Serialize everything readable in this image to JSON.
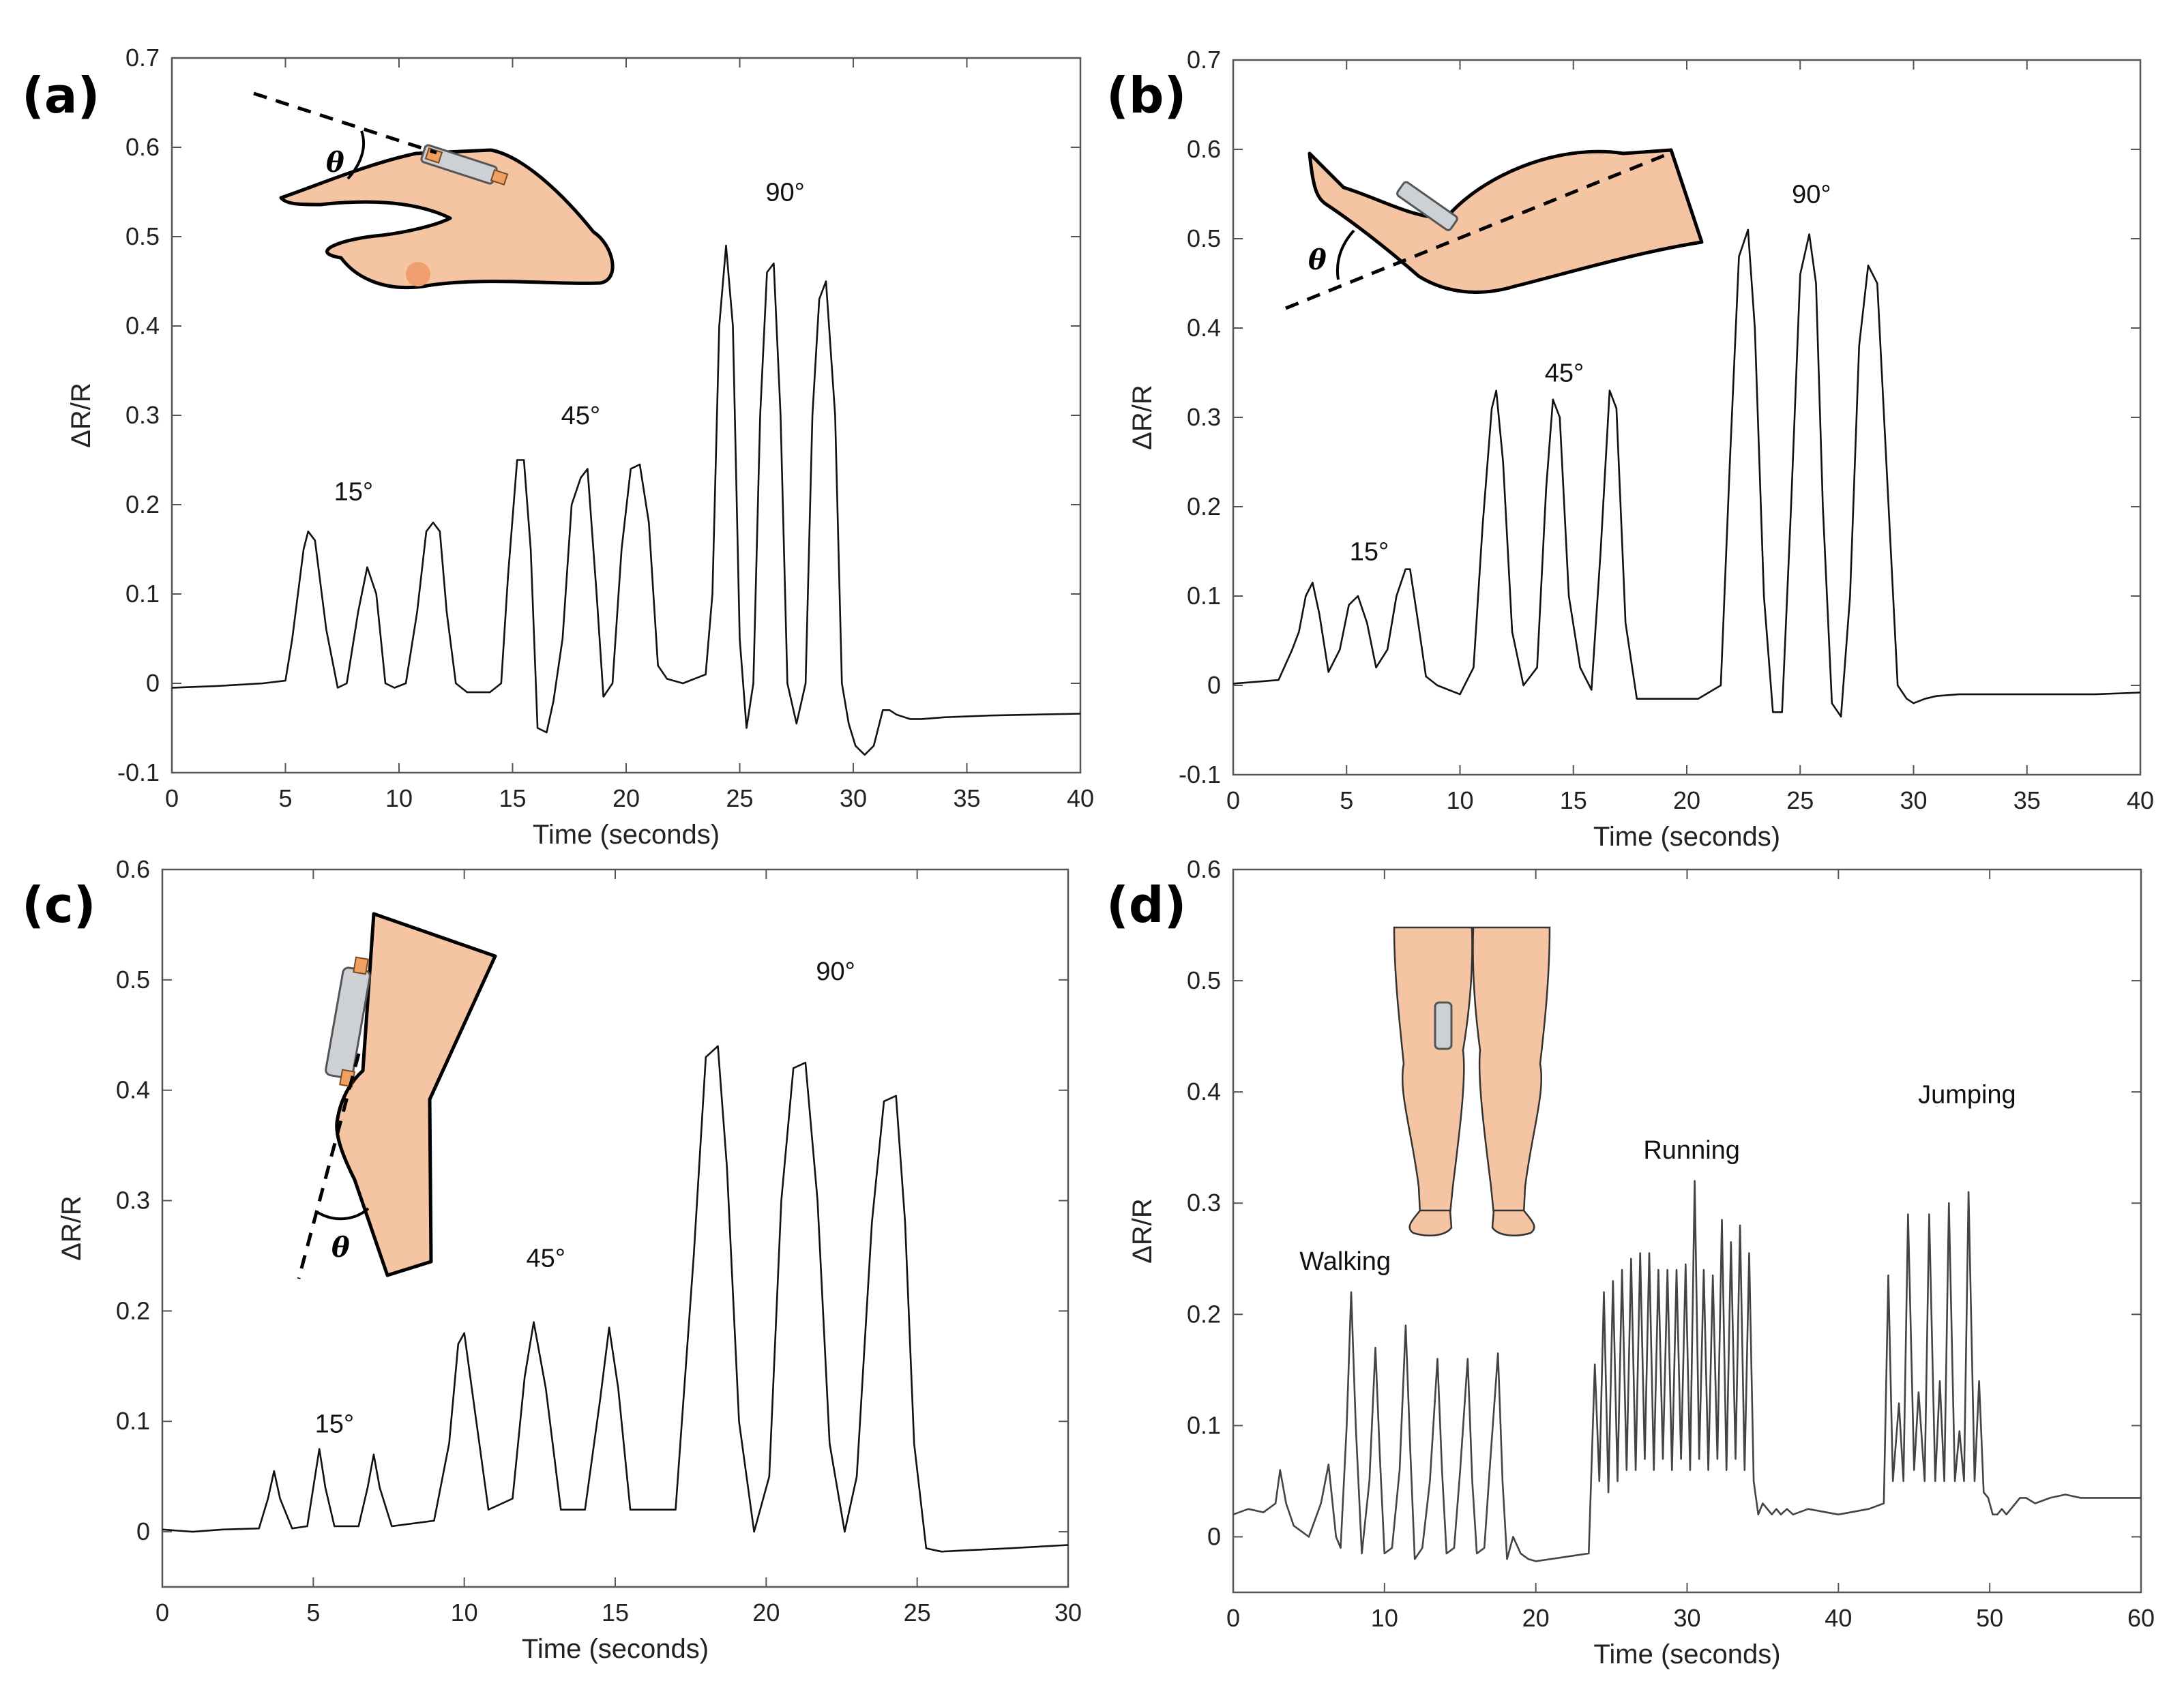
{
  "panels": [
    {
      "label": "(a)",
      "icon": "finger-bend-icon",
      "theta_label": "θ",
      "chart_data": {
        "type": "line",
        "title": "",
        "xlabel": "Time (seconds)",
        "ylabel": "ΔR/R",
        "xlim": [
          0,
          40
        ],
        "ylim": [
          -0.1,
          0.7
        ],
        "xticks": [
          0,
          5,
          10,
          15,
          20,
          25,
          30,
          35,
          40
        ],
        "yticks": [
          -0.1,
          0,
          0.1,
          0.2,
          0.3,
          0.4,
          0.5,
          0.6,
          0.7
        ],
        "grid": false,
        "annotations": [
          {
            "text": "15°",
            "x": 8,
            "y": 0.205
          },
          {
            "text": "45°",
            "x": 18,
            "y": 0.29
          },
          {
            "text": "90°",
            "x": 27,
            "y": 0.54
          }
        ],
        "series": [
          {
            "x": [
              0,
              2,
              4,
              5,
              5.3,
              5.8,
              6.0,
              6.3,
              6.8,
              7.3,
              7.7,
              8.2,
              8.6,
              9.0,
              9.4,
              9.8,
              10.3,
              10.8,
              11.2,
              11.5,
              11.8,
              12.1,
              12.5,
              13.0,
              14.0,
              14.5,
              14.8,
              15.2,
              15.5,
              15.8,
              16.1,
              16.5,
              16.8,
              17.2,
              17.6,
              18.0,
              18.3,
              18.7,
              19.0,
              19.4,
              19.8,
              20.2,
              20.6,
              21.0,
              21.4,
              21.8,
              22.5,
              23.5,
              23.8,
              24.1,
              24.4,
              24.7,
              25.0,
              25.3,
              25.6,
              25.9,
              26.2,
              26.5,
              26.8,
              27.1,
              27.5,
              27.9,
              28.2,
              28.5,
              28.8,
              29.2,
              29.5,
              29.8,
              30.1,
              30.5,
              30.9,
              31.3,
              31.6,
              31.9,
              32.5,
              33.0,
              34,
              36,
              38,
              40
            ],
            "y": [
              -0.005,
              -0.003,
              0.0,
              0.003,
              0.05,
              0.15,
              0.17,
              0.16,
              0.06,
              -0.005,
              0.0,
              0.08,
              0.13,
              0.1,
              0.0,
              -0.005,
              0.0,
              0.08,
              0.17,
              0.18,
              0.17,
              0.08,
              0.0,
              -0.01,
              -0.01,
              0.0,
              0.12,
              0.25,
              0.25,
              0.15,
              -0.05,
              -0.055,
              -0.02,
              0.05,
              0.2,
              0.23,
              0.24,
              0.1,
              -0.015,
              0.0,
              0.15,
              0.24,
              0.245,
              0.18,
              0.02,
              0.005,
              0.0,
              0.01,
              0.1,
              0.4,
              0.49,
              0.4,
              0.05,
              -0.05,
              0.0,
              0.3,
              0.46,
              0.47,
              0.3,
              0.0,
              -0.045,
              0.0,
              0.3,
              0.43,
              0.45,
              0.3,
              0.0,
              -0.045,
              -0.07,
              -0.08,
              -0.07,
              -0.03,
              -0.03,
              -0.035,
              -0.04,
              -0.04,
              -0.038,
              -0.036,
              -0.035,
              -0.034
            ]
          }
        ]
      }
    },
    {
      "label": "(b)",
      "icon": "elbow-bend-icon",
      "theta_label": "θ",
      "chart_data": {
        "type": "line",
        "title": "",
        "xlabel": "Time (seconds)",
        "ylabel": "ΔR/R",
        "xlim": [
          0,
          40
        ],
        "ylim": [
          -0.1,
          0.7
        ],
        "xticks": [
          0,
          5,
          10,
          15,
          20,
          25,
          30,
          35,
          40
        ],
        "yticks": [
          -0.1,
          0,
          0.1,
          0.2,
          0.3,
          0.4,
          0.5,
          0.6,
          0.7
        ],
        "grid": false,
        "annotations": [
          {
            "text": "15°",
            "x": 6,
            "y": 0.14
          },
          {
            "text": "45°",
            "x": 14.6,
            "y": 0.34
          },
          {
            "text": "90°",
            "x": 25.5,
            "y": 0.54
          }
        ],
        "series": [
          {
            "x": [
              0,
              1,
              2,
              2.6,
              2.9,
              3.2,
              3.5,
              3.8,
              4.2,
              4.7,
              5.1,
              5.5,
              5.9,
              6.3,
              6.8,
              7.2,
              7.6,
              7.8,
              8.1,
              8.5,
              9.0,
              10.0,
              10.6,
              11.0,
              11.4,
              11.6,
              11.9,
              12.3,
              12.8,
              13.4,
              13.8,
              14.1,
              14.4,
              14.8,
              15.3,
              15.8,
              16.2,
              16.6,
              16.9,
              17.3,
              17.8,
              19,
              20.5,
              21.5,
              21.9,
              22.3,
              22.7,
              23.0,
              23.4,
              23.8,
              24.2,
              24.6,
              25.0,
              25.4,
              25.7,
              26.0,
              26.4,
              26.8,
              27.2,
              27.6,
              28.0,
              28.4,
              28.9,
              29.3,
              29.7,
              30.0,
              30.5,
              31,
              32,
              34,
              36,
              38,
              40
            ],
            "y": [
              0.002,
              0.004,
              0.006,
              0.04,
              0.06,
              0.1,
              0.115,
              0.08,
              0.015,
              0.04,
              0.09,
              0.1,
              0.07,
              0.02,
              0.04,
              0.1,
              0.13,
              0.13,
              0.08,
              0.01,
              0.0,
              -0.01,
              0.02,
              0.18,
              0.31,
              0.33,
              0.25,
              0.06,
              0.0,
              0.02,
              0.22,
              0.32,
              0.3,
              0.1,
              0.02,
              -0.005,
              0.15,
              0.33,
              0.31,
              0.07,
              -0.015,
              -0.015,
              -0.015,
              0.0,
              0.25,
              0.48,
              0.51,
              0.4,
              0.1,
              -0.03,
              -0.03,
              0.2,
              0.46,
              0.505,
              0.45,
              0.2,
              -0.02,
              -0.035,
              0.1,
              0.38,
              0.47,
              0.45,
              0.2,
              0.0,
              -0.015,
              -0.02,
              -0.015,
              -0.012,
              -0.01,
              -0.01,
              -0.01,
              -0.01,
              -0.008
            ]
          }
        ]
      }
    },
    {
      "label": "(c)",
      "icon": "knee-bend-icon",
      "theta_label": "θ",
      "chart_data": {
        "type": "line",
        "title": "",
        "xlabel": "Time (seconds)",
        "ylabel": "ΔR/R",
        "xlim": [
          0,
          30
        ],
        "ylim": [
          -0.05,
          0.6
        ],
        "xticks": [
          0,
          5,
          10,
          15,
          20,
          25,
          30
        ],
        "yticks": [
          0,
          0.1,
          0.2,
          0.3,
          0.4,
          0.5,
          0.6
        ],
        "grid": false,
        "annotations": [
          {
            "text": "15°",
            "x": 5.7,
            "y": 0.09
          },
          {
            "text": "45°",
            "x": 12.7,
            "y": 0.24
          },
          {
            "text": "90°",
            "x": 22.3,
            "y": 0.5
          }
        ],
        "series": [
          {
            "x": [
              0,
              1,
              2,
              3.2,
              3.5,
              3.7,
              3.9,
              4.3,
              4.8,
              5.0,
              5.2,
              5.4,
              5.7,
              6.5,
              6.8,
              7.0,
              7.2,
              7.6,
              9.0,
              9.5,
              9.8,
              10.0,
              10.3,
              10.8,
              11.6,
              12.0,
              12.3,
              12.7,
              13.2,
              14.0,
              14.5,
              14.8,
              15.1,
              15.5,
              17.0,
              17.6,
              18.0,
              18.4,
              18.7,
              19.1,
              19.6,
              20.1,
              20.5,
              20.9,
              21.3,
              21.7,
              22.1,
              22.6,
              23.0,
              23.5,
              23.9,
              24.3,
              24.6,
              24.9,
              25.3,
              25.8,
              26.5,
              28,
              30
            ],
            "y": [
              0.002,
              0.0,
              0.002,
              0.003,
              0.03,
              0.055,
              0.03,
              0.003,
              0.005,
              0.04,
              0.075,
              0.04,
              0.005,
              0.005,
              0.04,
              0.07,
              0.04,
              0.005,
              0.01,
              0.08,
              0.17,
              0.18,
              0.12,
              0.02,
              0.03,
              0.14,
              0.19,
              0.13,
              0.02,
              0.02,
              0.12,
              0.185,
              0.13,
              0.02,
              0.02,
              0.25,
              0.43,
              0.44,
              0.33,
              0.1,
              0.0,
              0.05,
              0.3,
              0.42,
              0.425,
              0.3,
              0.08,
              0.0,
              0.05,
              0.28,
              0.39,
              0.395,
              0.28,
              0.08,
              -0.015,
              -0.018,
              -0.017,
              -0.015,
              -0.012
            ]
          }
        ]
      }
    },
    {
      "label": "(d)",
      "icon": "legs-icon",
      "chart_data": {
        "type": "line",
        "title": "",
        "xlabel": "Time (seconds)",
        "ylabel": "ΔR/R",
        "xlim": [
          0,
          60
        ],
        "ylim": [
          -0.05,
          0.6
        ],
        "xticks": [
          0,
          10,
          20,
          30,
          40,
          50,
          60
        ],
        "yticks": [
          0,
          0.1,
          0.2,
          0.3,
          0.4,
          0.5,
          0.6
        ],
        "grid": false,
        "annotations": [
          {
            "text": "Walking",
            "x": 7.4,
            "y": 0.24
          },
          {
            "text": "Running",
            "x": 30.3,
            "y": 0.34
          },
          {
            "text": "Jumping",
            "x": 48.5,
            "y": 0.39
          }
        ],
        "series": [
          {
            "x": [
              0,
              1,
              2,
              2.8,
              3.1,
              3.5,
              4,
              5,
              5.8,
              6.3,
              6.8,
              7.1,
              7.5,
              7.8,
              8.1,
              8.5,
              9.0,
              9.4,
              9.7,
              10.0,
              10.5,
              11.0,
              11.4,
              11.7,
              12.0,
              12.5,
              13.0,
              13.5,
              13.8,
              14.1,
              14.6,
              15.0,
              15.5,
              15.8,
              16.1,
              16.6,
              17.0,
              17.5,
              17.8,
              18.1,
              18.5,
              19,
              19.5,
              20,
              21,
              22,
              23.5,
              23.9,
              24.2,
              24.5,
              24.8,
              25.1,
              25.4,
              25.7,
              26.0,
              26.3,
              26.6,
              26.9,
              27.2,
              27.5,
              27.8,
              28.1,
              28.4,
              28.7,
              29.0,
              29.3,
              29.6,
              29.9,
              30.2,
              30.5,
              30.8,
              31.1,
              31.4,
              31.7,
              32.0,
              32.3,
              32.6,
              32.9,
              33.2,
              33.5,
              33.8,
              34.1,
              34.4,
              34.7,
              35.0,
              35.3,
              35.6,
              35.9,
              36.2,
              36.6,
              37,
              38,
              40,
              42,
              43,
              43.3,
              43.6,
              44.0,
              44.3,
              44.6,
              45.0,
              45.3,
              45.7,
              46.0,
              46.4,
              46.7,
              47.0,
              47.3,
              47.7,
              48.0,
              48.3,
              48.6,
              49.0,
              49.3,
              49.6,
              49.9,
              50.2,
              50.5,
              50.8,
              51.1,
              51.4,
              51.7,
              52.0,
              52.4,
              53,
              54,
              55,
              56,
              57,
              58,
              60
            ],
            "y": [
              0.02,
              0.025,
              0.022,
              0.03,
              0.06,
              0.03,
              0.01,
              0.0,
              0.03,
              0.065,
              0.0,
              -0.01,
              0.1,
              0.22,
              0.1,
              -0.015,
              0.05,
              0.17,
              0.07,
              -0.015,
              -0.01,
              0.06,
              0.19,
              0.08,
              -0.02,
              -0.01,
              0.05,
              0.16,
              0.06,
              -0.015,
              -0.01,
              0.06,
              0.16,
              0.05,
              -0.015,
              -0.01,
              0.07,
              0.165,
              0.05,
              -0.02,
              0.0,
              -0.015,
              -0.02,
              -0.022,
              -0.02,
              -0.018,
              -0.015,
              0.155,
              0.05,
              0.22,
              0.04,
              0.23,
              0.05,
              0.24,
              0.06,
              0.25,
              0.06,
              0.255,
              0.07,
              0.255,
              0.06,
              0.24,
              0.07,
              0.24,
              0.06,
              0.24,
              0.07,
              0.245,
              0.06,
              0.32,
              0.07,
              0.24,
              0.06,
              0.235,
              0.07,
              0.285,
              0.06,
              0.265,
              0.07,
              0.28,
              0.06,
              0.255,
              0.05,
              0.02,
              0.03,
              0.025,
              0.02,
              0.025,
              0.02,
              0.025,
              0.02,
              0.025,
              0.02,
              0.025,
              0.03,
              0.235,
              0.05,
              0.12,
              0.05,
              0.29,
              0.06,
              0.13,
              0.05,
              0.29,
              0.05,
              0.14,
              0.05,
              0.3,
              0.05,
              0.095,
              0.05,
              0.31,
              0.05,
              0.14,
              0.04,
              0.035,
              0.02,
              0.02,
              0.025,
              0.02,
              0.025,
              0.03,
              0.035,
              0.035,
              0.03,
              0.035,
              0.038,
              0.035,
              0.035,
              0.035,
              0.035,
              0.035,
              0.035
            ]
          }
        ]
      }
    }
  ]
}
